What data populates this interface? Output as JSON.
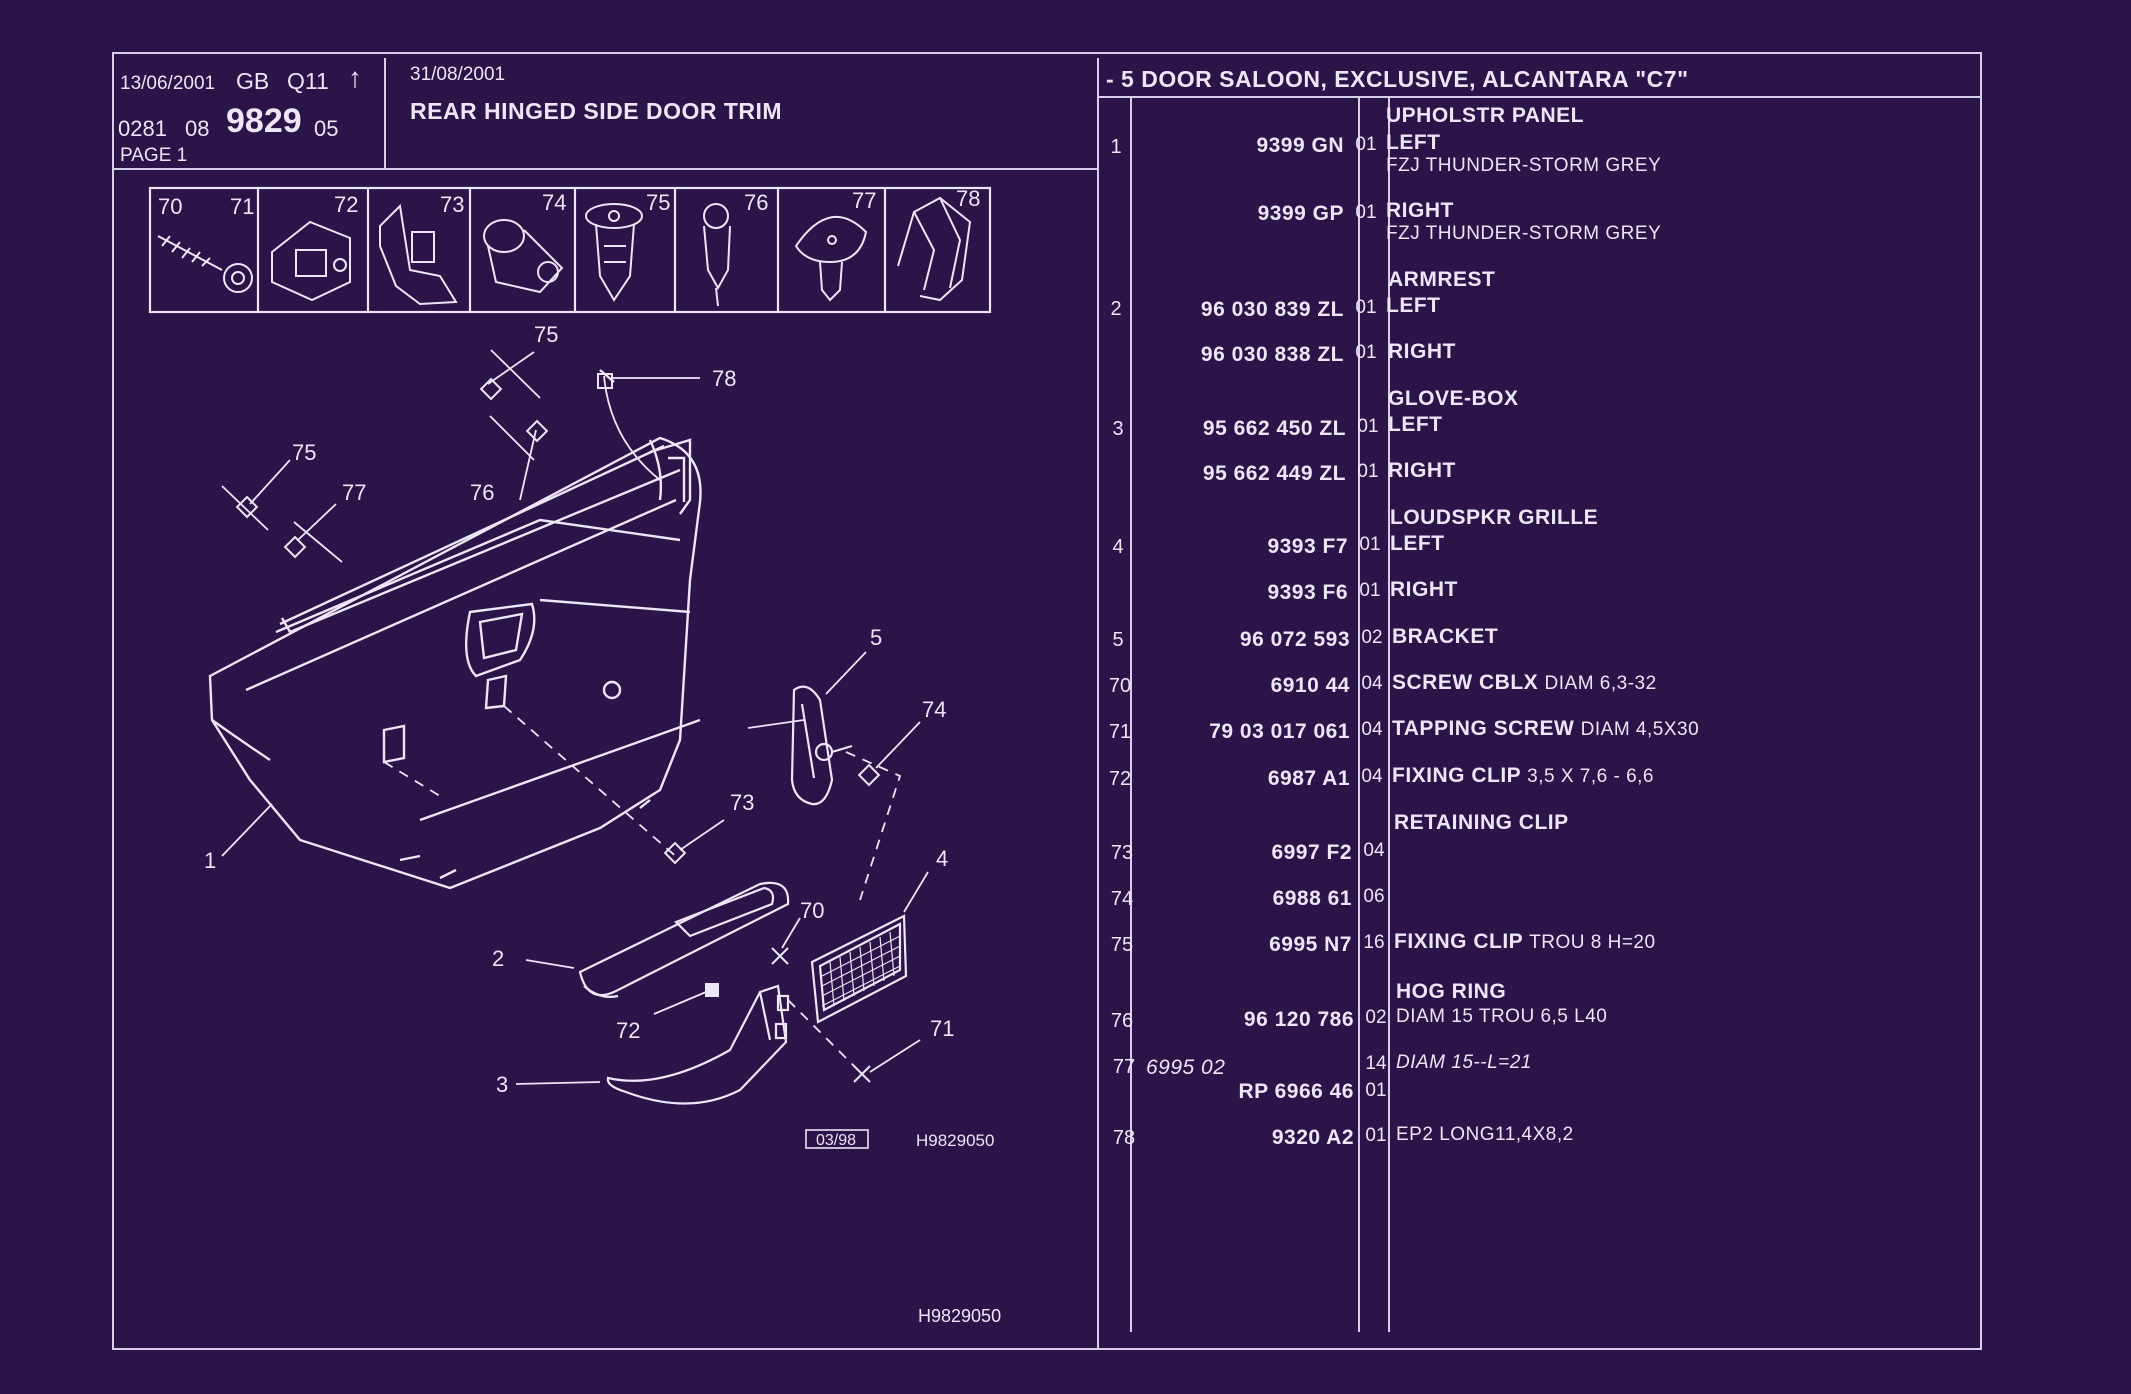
{
  "header": {
    "date": "13/06/2001",
    "country": "GB",
    "code": "Q11",
    "arrow": "↑",
    "ref_a": "0281",
    "ref_b": "08",
    "model": "9829",
    "ref_c": "05",
    "page": "PAGE  1",
    "date2": "31/08/2001",
    "section_title": "REAR HINGED SIDE DOOR TRIM",
    "variant": "- 5 DOOR SALOON, EXCLUSIVE, ALCANTARA \"C7\""
  },
  "diagram": {
    "strip_labels": [
      "70",
      "71",
      "72",
      "73",
      "74",
      "75",
      "76",
      "77",
      "78"
    ],
    "callouts": [
      "75",
      "78",
      "75",
      "77",
      "76",
      "5",
      "74",
      "1",
      "73",
      "4",
      "70",
      "2",
      "72",
      "71",
      "3"
    ],
    "stamp": "03/98",
    "code1": "H9829050",
    "code2": "H9829050"
  },
  "groups": [
    {
      "heading": "UPHOLSTR PANEL"
    },
    {
      "heading": "ARMREST"
    },
    {
      "heading": "GLOVE-BOX"
    },
    {
      "heading": "LOUDSPKR GRILLE"
    },
    {
      "heading": "RETAINING CLIP"
    },
    {
      "heading": "HOG RING"
    }
  ],
  "rows": [
    {
      "no": "1",
      "ref": "9399 GN",
      "qty": "01",
      "label": "LEFT",
      "note": "FZJ THUNDER-STORM GREY"
    },
    {
      "no": "",
      "ref": "9399 GP",
      "qty": "01",
      "label": "RIGHT",
      "note": "FZJ THUNDER-STORM GREY"
    },
    {
      "no": "2",
      "ref": "96 030 839 ZL",
      "qty": "01",
      "label": "LEFT",
      "note": ""
    },
    {
      "no": "",
      "ref": "96 030 838 ZL",
      "qty": "01",
      "label": "RIGHT",
      "note": ""
    },
    {
      "no": "3",
      "ref": "95 662 450 ZL",
      "qty": "01",
      "label": "LEFT",
      "note": ""
    },
    {
      "no": "",
      "ref": "95 662 449 ZL",
      "qty": "01",
      "label": "RIGHT",
      "note": ""
    },
    {
      "no": "4",
      "ref": "9393 F7",
      "qty": "01",
      "label": "LEFT",
      "note": ""
    },
    {
      "no": "",
      "ref": "9393 F6",
      "qty": "01",
      "label": "RIGHT",
      "note": ""
    },
    {
      "no": "5",
      "ref": "96 072 593",
      "qty": "02",
      "label": "BRACKET",
      "note": ""
    },
    {
      "no": "70",
      "ref": "6910 44",
      "qty": "04",
      "label": "SCREW CBLX",
      "note": "DIAM 6,3-32"
    },
    {
      "no": "71",
      "ref": "79 03 017 061",
      "qty": "04",
      "label": "TAPPING SCREW",
      "note": "DIAM 4,5X30"
    },
    {
      "no": "72",
      "ref": "6987 A1",
      "qty": "04",
      "label": "FIXING CLIP",
      "note": "3,5 X 7,6 - 6,6"
    },
    {
      "no": "73",
      "ref": "6997 F2",
      "qty": "04",
      "label": "",
      "note": ""
    },
    {
      "no": "74",
      "ref": "6988 61",
      "qty": "06",
      "label": "",
      "note": ""
    },
    {
      "no": "75",
      "ref": "6995 N7",
      "qty": "16",
      "label": "FIXING CLIP",
      "note": "TROU 8 H=20"
    },
    {
      "no": "76",
      "ref": "96 120 786",
      "qty": "02",
      "label": "",
      "note": "DIAM 15 TROU 6,5 L40"
    },
    {
      "no": "77",
      "ref": "6995 02",
      "qty": "14",
      "label": "",
      "note": "DIAM 15--L=21"
    },
    {
      "no": "",
      "ref": "RP  6966 46",
      "qty": "01",
      "label": "",
      "note": ""
    },
    {
      "no": "78",
      "ref": "9320 A2",
      "qty": "01",
      "label": "",
      "note": "EP2 LONG11,4X8,2"
    }
  ]
}
